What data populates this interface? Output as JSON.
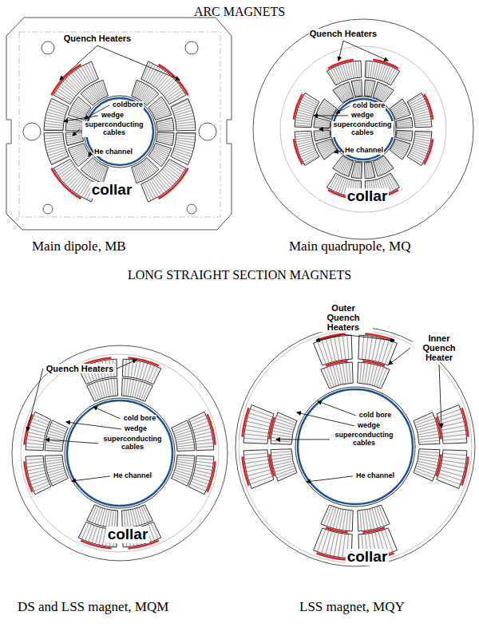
{
  "diagram": {
    "labels": [
      "ARC MAGNETS",
      "Quench Heaters",
      "coldbore",
      "wedge",
      "superconducting cables",
      "He channel",
      "collar",
      "Main dipole, MB",
      "Quench Heaters",
      "cold bore",
      "wedge",
      "superconducting cables",
      "He channel",
      "collar",
      "Main quadrupole, MQ",
      "LONG STRAIGHT SECTION MAGNETS",
      "Quench Heaters",
      "cold bore",
      "wedge",
      "superconducting cables",
      "He channel",
      "collar",
      "DS and LSS magnet, MQM",
      "Outer Quench Heaters",
      "Inner Quench Heater",
      "cold bore",
      "wedge",
      "superconducting cables",
      "He channel",
      "collar",
      "LSS magnet, MQY"
    ]
  }
}
